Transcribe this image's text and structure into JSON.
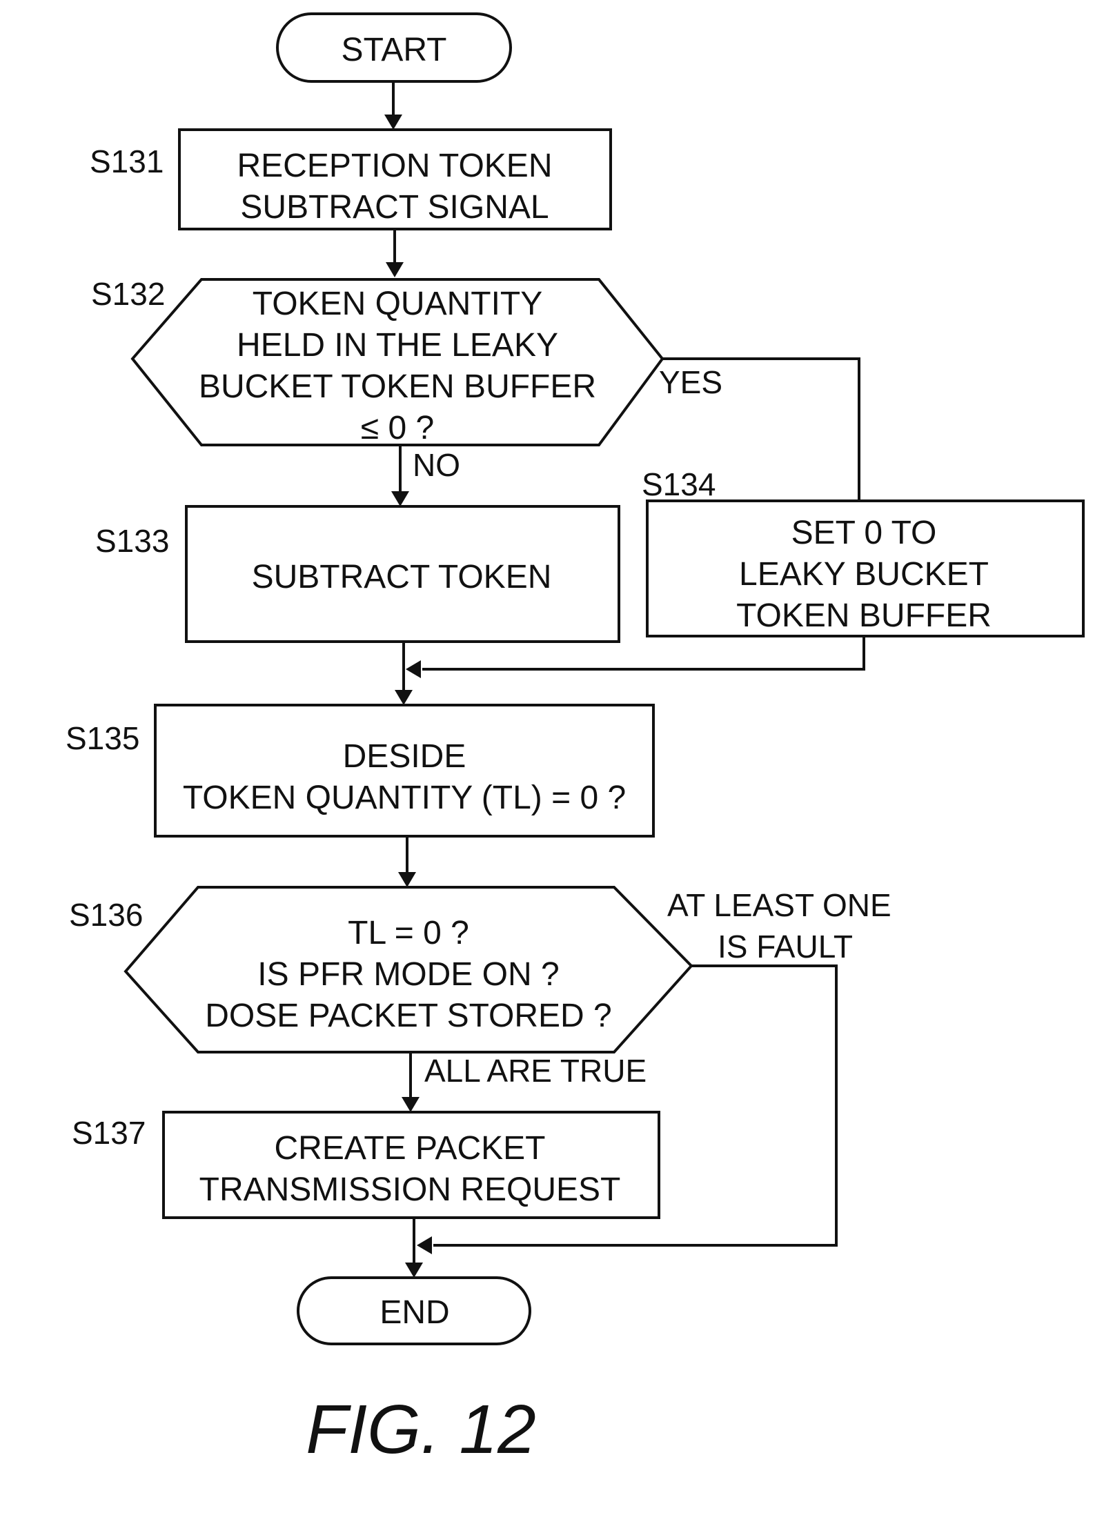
{
  "figure": {
    "title": "FIG. 12"
  },
  "nodes": {
    "start": {
      "lines": [
        "START"
      ]
    },
    "s131": {
      "step": "S131",
      "lines": [
        "RECEPTION TOKEN",
        "SUBTRACT SIGNAL"
      ]
    },
    "s132": {
      "step": "S132",
      "lines": [
        "TOKEN QUANTITY",
        "HELD IN THE LEAKY",
        "BUCKET TOKEN BUFFER",
        "≤ 0 ?"
      ]
    },
    "s133": {
      "step": "S133",
      "lines": [
        "SUBTRACT TOKEN"
      ]
    },
    "s134": {
      "step": "S134",
      "lines": [
        "SET 0 TO",
        "LEAKY BUCKET",
        "TOKEN BUFFER"
      ]
    },
    "s135": {
      "step": "S135",
      "lines": [
        "DESIDE",
        "TOKEN QUANTITY (TL) = 0 ?"
      ]
    },
    "s136": {
      "step": "S136",
      "lines": [
        "TL = 0 ?",
        "IS PFR MODE ON ?",
        "DOSE PACKET STORED ?"
      ]
    },
    "s137": {
      "step": "S137",
      "lines": [
        "CREATE PACKET",
        "TRANSMISSION REQUEST"
      ]
    },
    "end": {
      "lines": [
        "END"
      ]
    }
  },
  "branches": {
    "s132_yes": "YES",
    "s132_no": "NO",
    "s136_fault": [
      "AT LEAST ONE",
      "IS FAULT"
    ],
    "s136_true": "ALL ARE TRUE"
  }
}
